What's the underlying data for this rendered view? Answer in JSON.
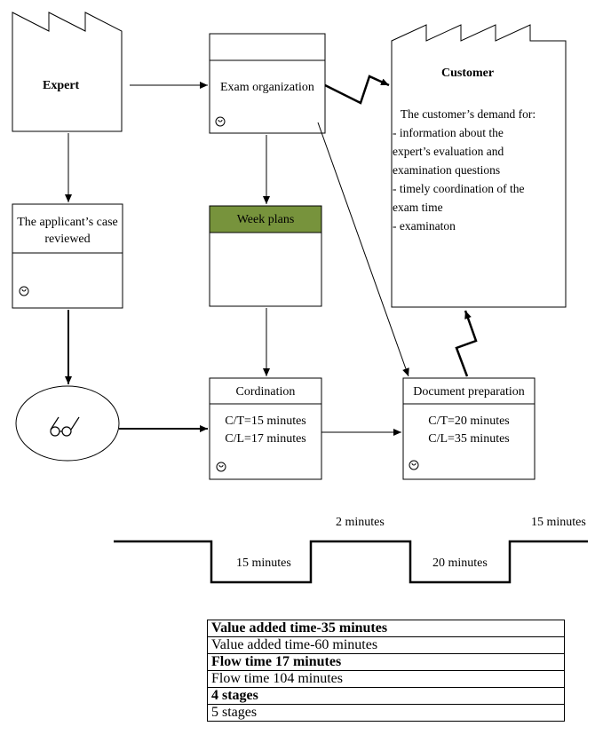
{
  "expert": {
    "title": "Expert"
  },
  "exam_org": {
    "label": "Exam organization"
  },
  "customer": {
    "title": "Customer",
    "demand_intro": "The customer’s demand for:",
    "demand_lines": [
      "- information about the",
      "expert’s evaluation and",
      "examination questions",
      "- timely coordination of the",
      "exam time",
      "- examinaton"
    ]
  },
  "applicant": {
    "line1": "The applicant’s case",
    "line2": "reviewed"
  },
  "week_plans": {
    "label": "Week plans",
    "header_color": "#77933c"
  },
  "cordination": {
    "label": "Cordination",
    "ct": "C/T=15 minutes",
    "cl": "C/L=17 minutes"
  },
  "doc_prep": {
    "label": "Document preparation",
    "ct": "C/T=20 minutes",
    "cl": "C/L=35 minutes"
  },
  "timeline": {
    "top_labels": [
      "2 minutes",
      "15 minutes"
    ],
    "bottom_labels": [
      "15 minutes",
      "20 minutes"
    ]
  },
  "summary": {
    "rows": [
      {
        "text": "Value added time-35 minutes",
        "bold": true
      },
      {
        "text": "Value added time-60 minutes",
        "bold": false
      },
      {
        "text": "Flow time 17 minutes",
        "bold": true
      },
      {
        "text": "Flow time 104 minutes",
        "bold": false
      },
      {
        "text": "4 stages",
        "bold": true
      },
      {
        "text": "5 stages",
        "bold": false
      }
    ]
  }
}
